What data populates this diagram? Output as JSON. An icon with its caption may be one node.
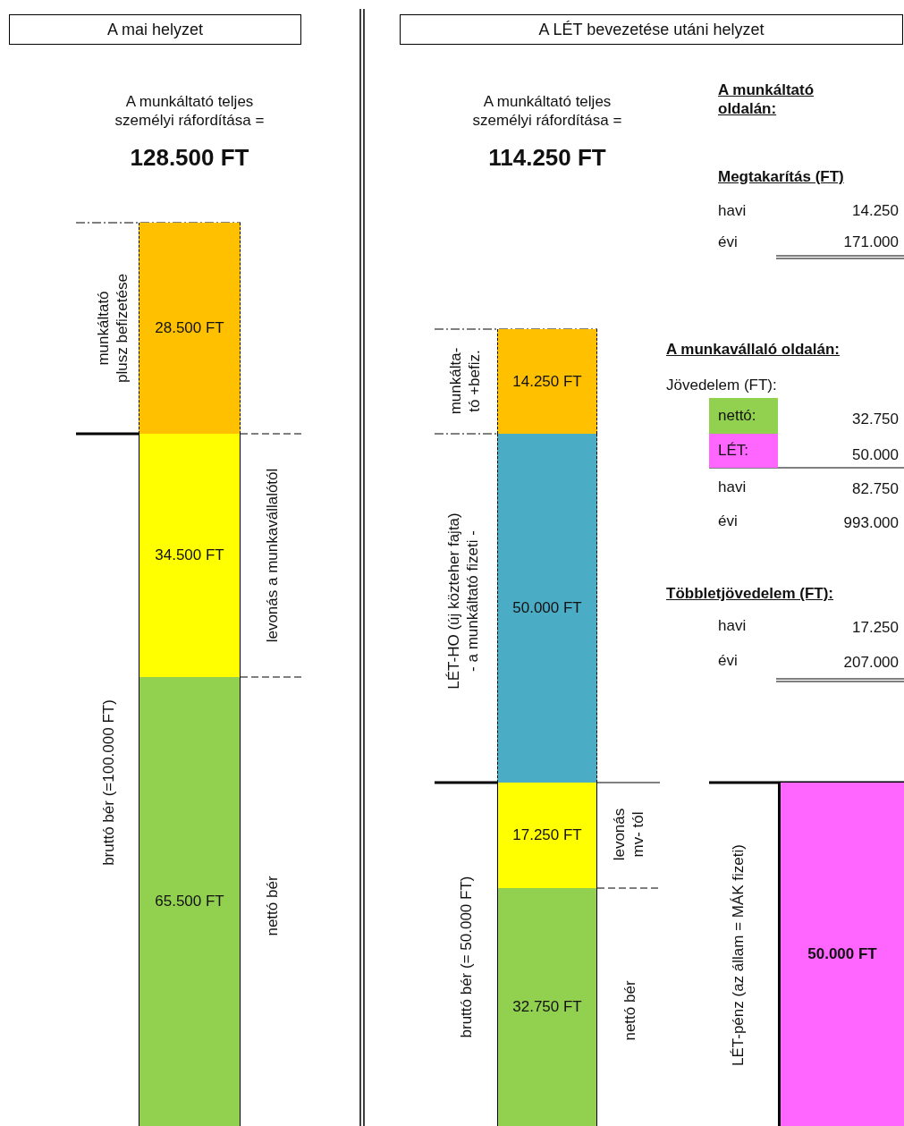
{
  "diagram": {
    "nodes": [
      {
        "text": [
          "A mai helyzet"
        ]
      },
      {
        "text": [
          "A LÉT bevezetése utáni helyzet"
        ]
      },
      {
        "text": [
          "28.500 FT"
        ]
      },
      {
        "text": [
          "34.500 FT"
        ]
      },
      {
        "text": [
          "65.500 FT"
        ]
      },
      {
        "text": [
          "14.250 FT"
        ]
      },
      {
        "text": [
          "50.000 FT"
        ]
      },
      {
        "text": [
          "17.250 FT"
        ]
      },
      {
        "text": [
          "32.750 FT"
        ]
      },
      {
        "text": [
          "nettó:"
        ]
      },
      {
        "text": [
          "LÉT:"
        ]
      },
      {
        "text": [
          "50.000 FT"
        ]
      }
    ],
    "labels": [
      "A munkáltató teljes személyi ráfordítása =",
      "128.500 FT",
      "munkáltató plusz befizetése",
      "levonás a munkavállalótól",
      "bruttó bér (=100.000 FT)",
      "nettó bér",
      "A munkáltató teljes személyi ráfordítása =",
      "114.250 FT",
      "A munkáltató oldalán:",
      "Megtakarítás (FT)",
      "havi",
      "14.250",
      "évi",
      "171.000",
      "munkálta- tó +befiz.",
      "A munkavállaló oldalán:",
      "Jövedelem (FT):",
      "32.750",
      "50.000",
      "havi",
      "82.750",
      "évi",
      "993.000",
      "LÉT-HO (új közteher fajta) - a munkáltató fizeti -",
      "Többletjövedelem (FT):",
      "havi",
      "17.250",
      "évi",
      "207.000",
      "levonás mv- tól",
      "bruttó bér (= 50.000 FT)",
      "nettó bér",
      "LÉT-pénz (az állam = MÁK fizeti)"
    ]
  }
}
